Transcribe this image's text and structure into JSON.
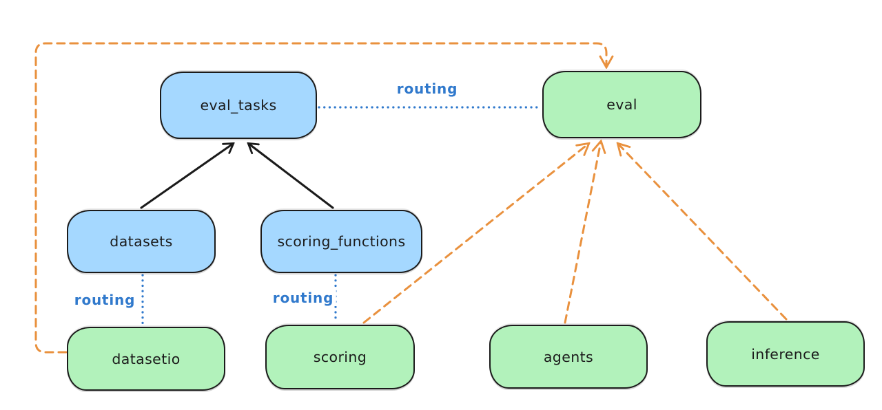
{
  "diagram": {
    "colors": {
      "canvas_bg": "#ffffff",
      "node_blue_fill": "#a5d8ff",
      "node_green_fill": "#b2f2bb",
      "node_border": "#1b1b1b",
      "node_text": "#1b1b1b",
      "arrow_black": "#1b1b1b",
      "arrow_orange": "#e9913e",
      "routing_blue": "#3079cc"
    },
    "nodes": [
      {
        "id": "eval_tasks",
        "label": "eval_tasks",
        "color": "blue"
      },
      {
        "id": "eval",
        "label": "eval",
        "color": "green"
      },
      {
        "id": "datasets",
        "label": "datasets",
        "color": "blue"
      },
      {
        "id": "scoring_functions",
        "label": "scoring_functions",
        "color": "blue"
      },
      {
        "id": "datasetio",
        "label": "datasetio",
        "color": "green"
      },
      {
        "id": "scoring",
        "label": "scoring",
        "color": "green"
      },
      {
        "id": "agents",
        "label": "agents",
        "color": "green"
      },
      {
        "id": "inference",
        "label": "inference",
        "color": "green"
      }
    ],
    "edges": [
      {
        "from": "datasets",
        "to": "eval_tasks",
        "style": "solid-black-arrow",
        "label": ""
      },
      {
        "from": "scoring_functions",
        "to": "eval_tasks",
        "style": "solid-black-arrow",
        "label": ""
      },
      {
        "from": "scoring",
        "to": "eval",
        "style": "dashed-orange-arrow",
        "label": ""
      },
      {
        "from": "agents",
        "to": "eval",
        "style": "dashed-orange-arrow",
        "label": ""
      },
      {
        "from": "inference",
        "to": "eval",
        "style": "dashed-orange-arrow",
        "label": ""
      },
      {
        "from": "datasetio",
        "to": "eval",
        "style": "dashed-orange-arrow-elbow",
        "label": ""
      },
      {
        "from": "eval_tasks",
        "to": "eval",
        "style": "dotted-blue",
        "label": "routing"
      },
      {
        "from": "datasets",
        "to": "datasetio",
        "style": "dotted-blue",
        "label": "routing"
      },
      {
        "from": "scoring_functions",
        "to": "scoring",
        "style": "dotted-blue",
        "label": "routing"
      }
    ],
    "edge_labels": [
      {
        "id": "routing-top",
        "text": "routing"
      },
      {
        "id": "routing-left",
        "text": "routing"
      },
      {
        "id": "routing-middle",
        "text": "routing"
      }
    ]
  }
}
